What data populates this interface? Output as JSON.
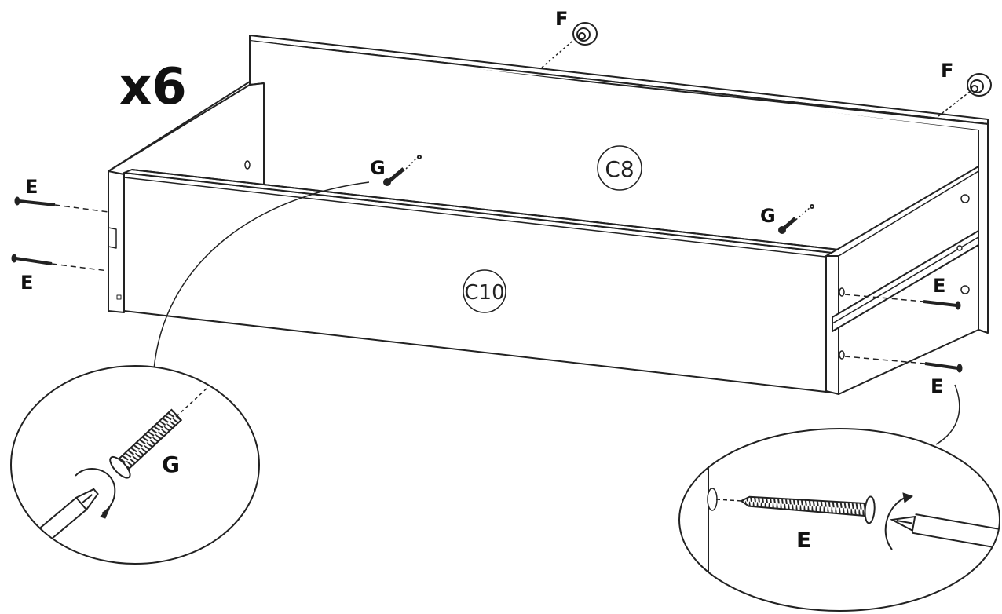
{
  "quantity": "x6",
  "panels": {
    "back": "C8",
    "front": "C10"
  },
  "parts": {
    "cam": "F",
    "screw_long": "E",
    "screw_dowel": "G"
  },
  "colors": {
    "ink": "#111111",
    "paper": "#ffffff"
  }
}
